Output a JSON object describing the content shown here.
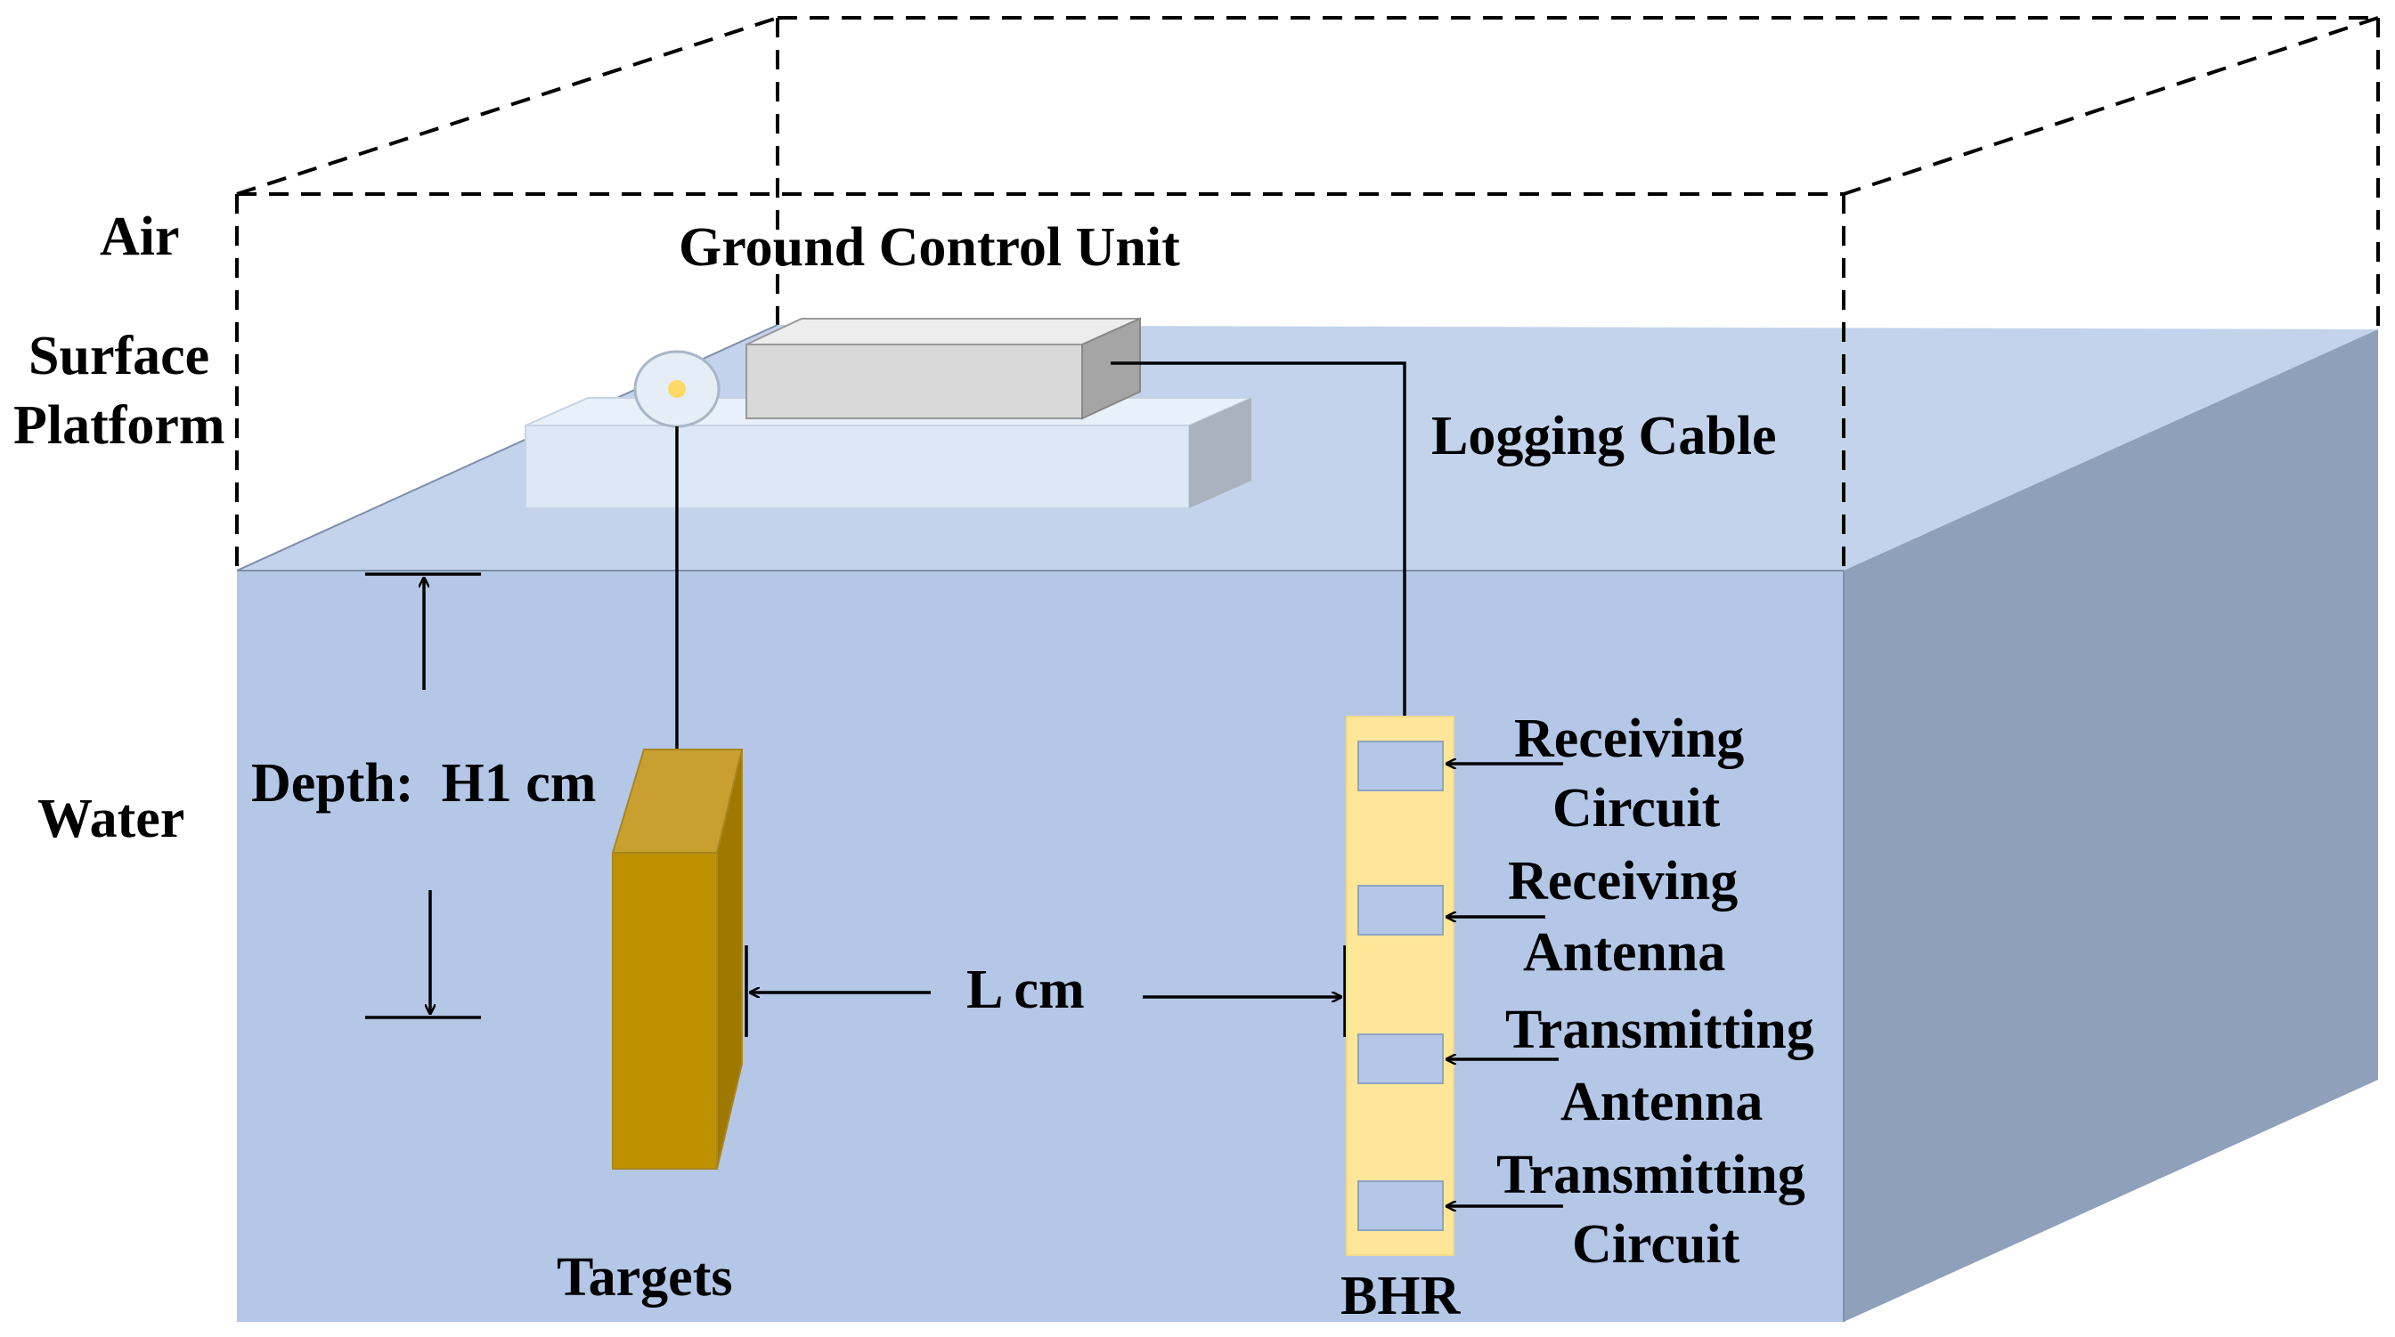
{
  "labels": {
    "air": "Air",
    "surface_platform_line1": "Surface",
    "surface_platform_line2": "Platform",
    "water": "Water",
    "ground_control_unit": "Ground Control Unit",
    "logging_cable": "Logging Cable",
    "depth": "Depth:  H1 cm",
    "distance": "L cm",
    "targets": "Targets",
    "bhr": "BHR",
    "receiving_circuit_line1": "Receiving",
    "receiving_circuit_line2": "Circuit",
    "receiving_antenna_line1": "Receiving",
    "receiving_antenna_line2": "Antenna",
    "transmitting_antenna_line1": "Transmitting",
    "transmitting_antenna_line2": "Antenna",
    "transmitting_circuit_line1": "Transmitting",
    "transmitting_circuit_line2": "Circuit"
  },
  "colors": {
    "water_front": "#b4c7e7",
    "water_top": "#c3d3ec",
    "water_side": "#8fa0bb",
    "platform": "#dce8f6",
    "platform_side": "#aab3bd",
    "control_unit_front": "#d9d9d9",
    "control_unit_top": "#ededed",
    "control_unit_side": "#a5a5a5",
    "target_front": "#bf9000",
    "target_top": "#c9a030",
    "target_side": "#9e7800",
    "bhr_body": "#ffe699",
    "reel_center": "#ffd966"
  }
}
